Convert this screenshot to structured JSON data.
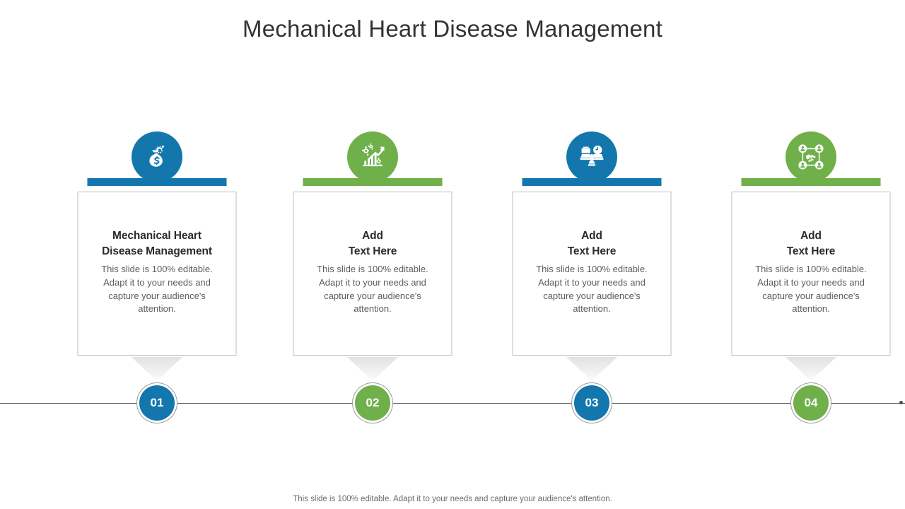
{
  "slide": {
    "title": "Mechanical Heart Disease Management",
    "footer": "This slide is 100% editable. Adapt it to your needs and capture your audience's attention.",
    "colors": {
      "blue": "#1377AE",
      "green": "#6FB04A",
      "card_border": "#bfbfbf",
      "title_text": "#333333",
      "body_text": "#5c5c5c",
      "timeline": "#5a5a5a"
    }
  },
  "cards": [
    {
      "icon": "money-bag-gear-icon",
      "color": "#1377AE",
      "title": "Mechanical Heart\nDisease Management",
      "body": "This slide is 100% editable. Adapt it to your needs and capture your audience's attention.",
      "number": "01"
    },
    {
      "icon": "growth-chart-gears-icon",
      "color": "#6FB04A",
      "title": "Add\nText Here",
      "body": "This slide is 100% editable. Adapt it to your needs and capture your audience's attention.",
      "number": "02"
    },
    {
      "icon": "work-life-balance-scale-icon",
      "color": "#1377AE",
      "title": "Add\nText Here",
      "body": "This slide is 100% editable. Adapt it to your needs and capture your audience's attention.",
      "number": "03"
    },
    {
      "icon": "people-network-handshake-icon",
      "color": "#6FB04A",
      "title": "Add\nText Here",
      "body": "This slide is 100% editable. Adapt it to your needs and capture your audience's attention.",
      "number": "04"
    }
  ]
}
